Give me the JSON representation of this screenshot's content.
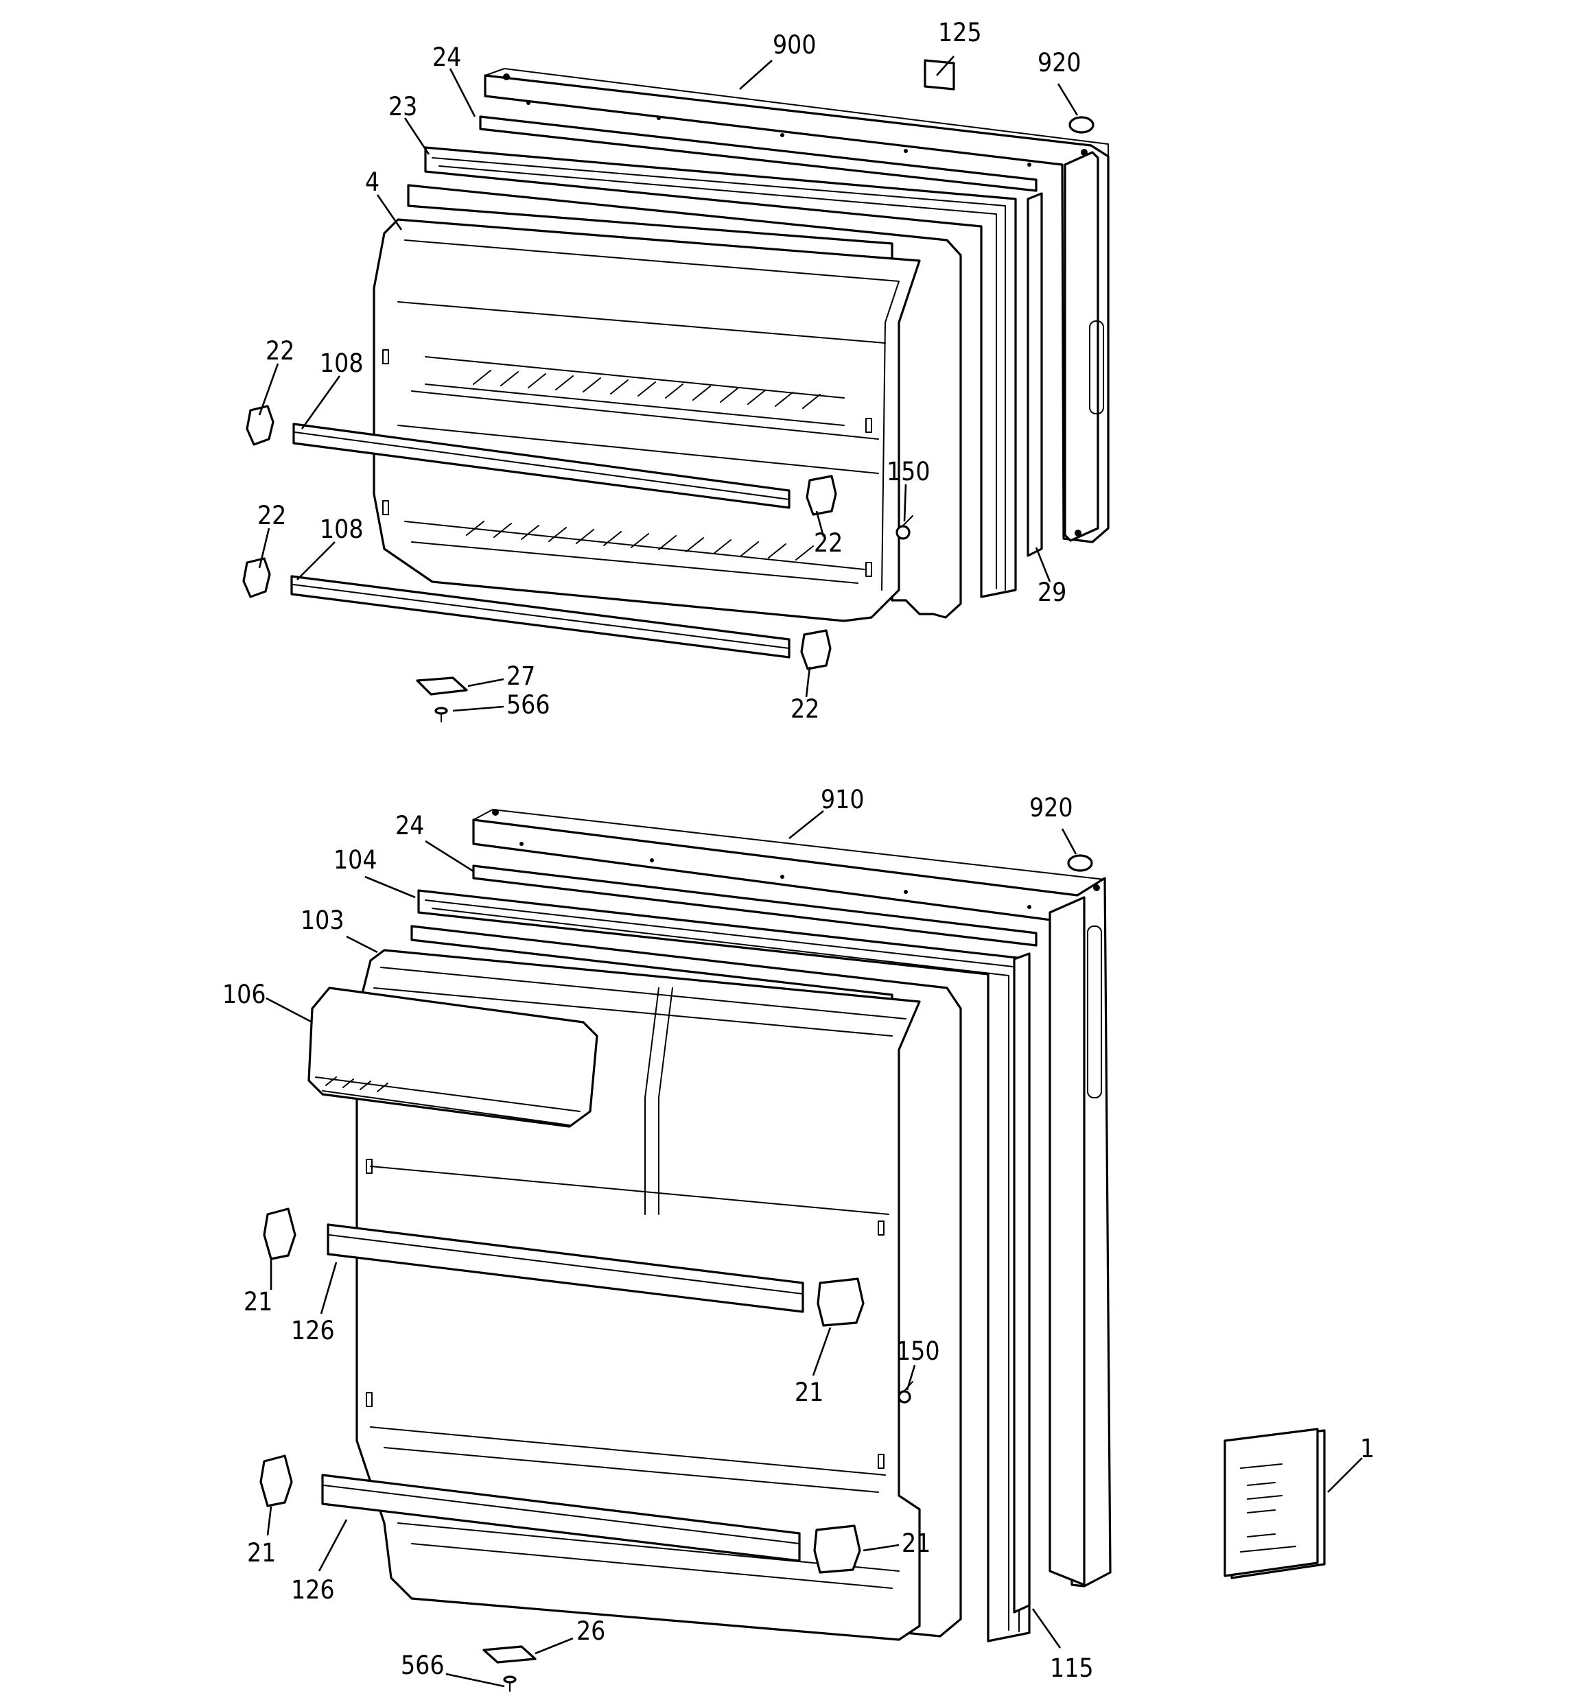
{
  "diagram": {
    "colors": {
      "ink": "#000000",
      "paper": "#ffffff"
    },
    "assemblies": {
      "freezer_door": {
        "parts": [
          "door-outer-panel",
          "gasket",
          "liner",
          "liner-inner-shelves",
          "shelf-bar",
          "shelf-bar-end-caps",
          "hinge-plate",
          "screw",
          "hinge-plug",
          "door-stop"
        ]
      },
      "fresh_food_door": {
        "parts": [
          "door-outer-panel",
          "gasket",
          "liner",
          "dairy-compartment",
          "shelf-bar",
          "shelf-bar-end-caps",
          "hinge-plate",
          "screw",
          "hinge-plug",
          "door-stop",
          "manual"
        ]
      }
    },
    "callouts": {
      "top": {
        "c900": "900",
        "c125": "125",
        "c920": "920",
        "c24": "24",
        "c23": "23",
        "c4": "4",
        "c22a": "22",
        "c108a": "108",
        "c150": "150",
        "c22b": "22",
        "c22c": "22",
        "c108b": "108",
        "c29": "29",
        "c27": "27",
        "c566": "566",
        "c22d": "22"
      },
      "bottom": {
        "c910": "910",
        "c920": "920",
        "c24": "24",
        "c104": "104",
        "c103": "103",
        "c106": "106",
        "c21a": "21",
        "c126a": "126",
        "c150": "150",
        "c21b": "21",
        "c21c": "21",
        "c126b": "126",
        "c21d": "21",
        "c26": "26",
        "c566": "566",
        "c115": "115",
        "c1": "1"
      }
    }
  }
}
